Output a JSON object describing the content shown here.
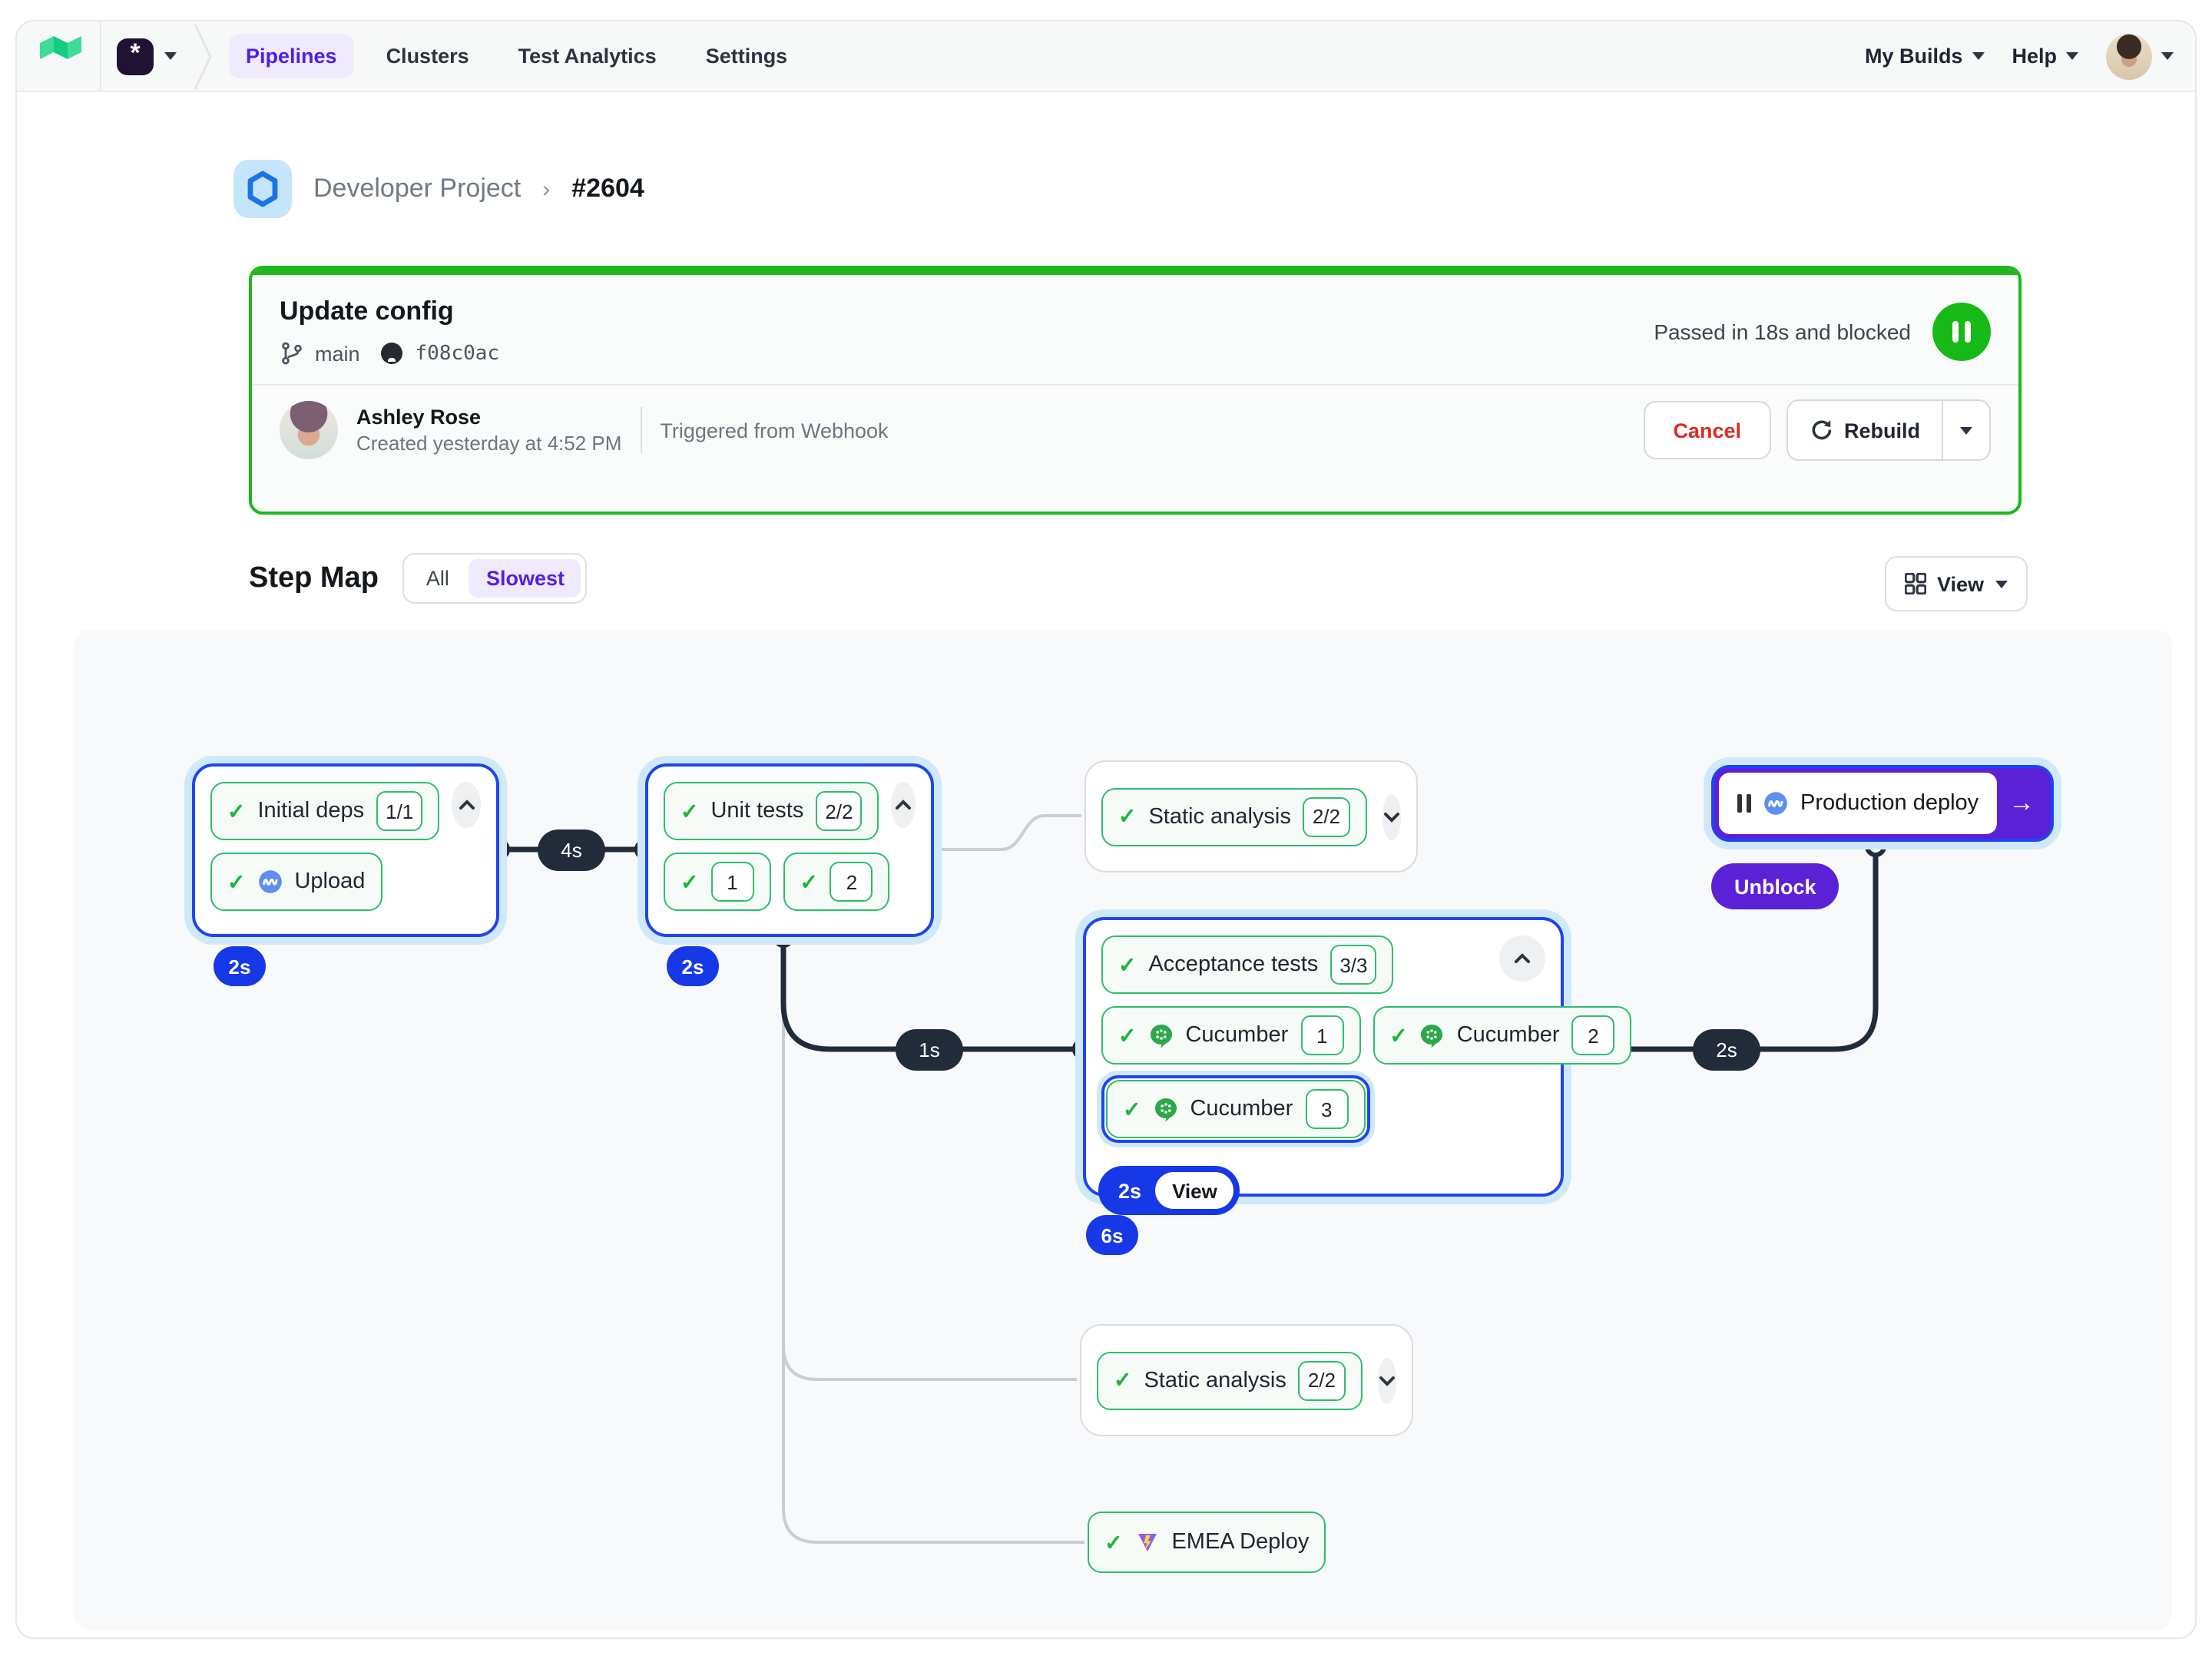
{
  "nav": {
    "org_symbol": "*",
    "links": {
      "pipelines": "Pipelines",
      "clusters": "Clusters",
      "test_analytics": "Test Analytics",
      "settings": "Settings"
    },
    "my_builds": "My Builds",
    "help": "Help"
  },
  "breadcrumb": {
    "project": "Developer Project",
    "separator": "›",
    "build_number": "#2604"
  },
  "build": {
    "title": "Update config",
    "branch": "main",
    "commit": "f08c0ac",
    "status": "Passed in 18s and blocked",
    "author": "Ashley Rose",
    "created": "Created yesterday at 4:52 PM",
    "trigger": "Triggered from Webhook",
    "cancel_label": "Cancel",
    "rebuild_label": "Rebuild"
  },
  "step_map": {
    "title": "Step Map",
    "filter_all": "All",
    "filter_slowest": "Slowest",
    "view_label": "View"
  },
  "graph": {
    "initial_deps": {
      "label": "Initial deps",
      "count": "1/1",
      "duration": "2s"
    },
    "upload": {
      "label": "Upload"
    },
    "unit_tests": {
      "label": "Unit tests",
      "count": "2/2",
      "duration": "2s",
      "shards": [
        "1",
        "2"
      ]
    },
    "static_analysis_top": {
      "label": "Static analysis",
      "count": "2/2"
    },
    "acceptance": {
      "label": "Acceptance tests",
      "count": "3/3",
      "duration": "6s",
      "selected_duration": "2s",
      "view_label": "View",
      "cucumber_label": "Cucumber",
      "shard1": "1",
      "shard2": "2",
      "shard3": "3"
    },
    "production": {
      "label": "Production deploy",
      "unblock_label": "Unblock"
    },
    "static_analysis_bottom": {
      "label": "Static analysis",
      "count": "2/2"
    },
    "emea": {
      "label": "EMEA Deploy"
    },
    "connectors": {
      "c_initial_unit": "4s",
      "c_unit_acceptance": "1s",
      "c_acceptance_prod": "2s"
    }
  },
  "colors": {
    "accent_blue": "#1e45f2",
    "badge_blue": "#1638e6",
    "purple": "#5b21d6",
    "green": "#1db71d",
    "pill_green": "#2dbd6e",
    "dark_connector": "#222b3a",
    "active_purple": "#541fe6",
    "cancel_red": "#d92d20"
  }
}
